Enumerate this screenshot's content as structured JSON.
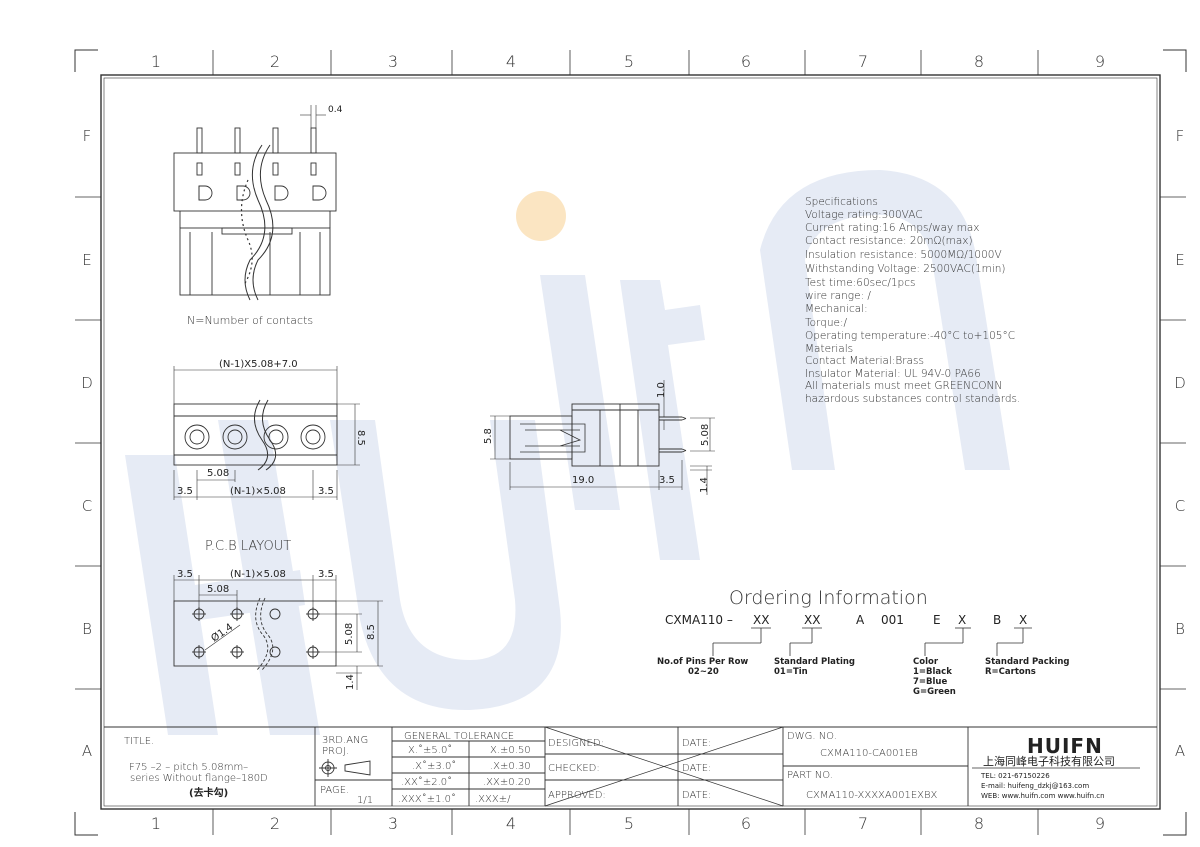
{
  "border": {
    "columns": [
      "1",
      "2",
      "3",
      "4",
      "5",
      "6",
      "7",
      "8",
      "9"
    ],
    "rows": [
      "F",
      "E",
      "D",
      "C",
      "B",
      "A"
    ]
  },
  "watermark": {
    "text": "HUIFN",
    "dot_color": "#f7d9a8",
    "letter_color": "#e3e8f3"
  },
  "top_view": {
    "dim_pin": "0.4",
    "caption": "N=Number of contacts"
  },
  "front_view": {
    "dim_total": "(N-1)X5.08+7.0",
    "dim_height": "8.5",
    "dim_pitch": "5.08",
    "dim_left": "3.5",
    "dim_mid": "(N-1)×5.08",
    "dim_right": "3.5"
  },
  "side_view": {
    "dim_pin_width": "1.0",
    "dim_height": "5.8",
    "dim_pin_pitch": "5.08",
    "dim_length": "19.0",
    "dim_tail": "3.5",
    "dim_offset": "1.4"
  },
  "pcb_layout": {
    "title": "P.C.B  LAYOUT",
    "dim_left": "3.5",
    "dim_mid": "(N-1)×5.08",
    "dim_right": "3.5",
    "dim_pitch": "5.08",
    "dim_hole": "Ø1.4",
    "dim_row_pitch": "5.08",
    "dim_height": "8.5",
    "dim_offset": "1.4"
  },
  "specifications": [
    "Specifications",
    "Voltage  rating:300VAC",
    "Current  rating:16  Amps/way  max",
    "Contact  resistance:  20mΩ(max)",
    "Insulation  resistance:  5000MΩ/1000V",
    "Withstanding  Voltage:  2500VAC(1min)",
    "Test  time:60sec/1pcs",
    "wire  range:  /",
    "Mechanical:",
    "Torque:/",
    "Operating  temperature:-40°C  to+105°C",
    "Materials",
    "Contact  Material:Brass",
    "Insulator  Material:  UL  94V-0  PA66",
    "All  materials  must  meet  GREENCONN",
    "hazardous  substances  control  standards."
  ],
  "ordering": {
    "title": "Ordering  Information",
    "prefix": "CXMA110  –",
    "xx1": "XX",
    "xx2": "XX",
    "a": "A",
    "code": "001",
    "e": "E",
    "x1": "X",
    "b": "B",
    "x2": "X",
    "label_pins": "No.of  Pins  Per  Row",
    "label_pins_range": "02~20",
    "label_plating": "Standard  Plating",
    "label_plating_val": "01=Tin",
    "label_color": "Color",
    "label_color_1": "1=Black",
    "label_color_7": "7=Blue",
    "label_color_g": "G=Green",
    "label_packing": "Standard  Packing",
    "label_packing_val": "R=Cartons"
  },
  "title_block": {
    "title_label": "TITLE.",
    "title_line1": "F75  –2  –  pitch  5.08mm–",
    "title_line2": "series  Without  flange–180D",
    "title_line3": "(去卡勾)",
    "proj_line1": "3RD.ANG",
    "proj_line2": "PROJ.",
    "page_label": "PAGE.",
    "page_value": "1/1",
    "tol_title": "GENERAL  TOLERANCE",
    "tol": [
      [
        "X.˚±5.0˚",
        "X.±0.50"
      ],
      [
        ".X˚±3.0˚",
        ".X±0.30"
      ],
      [
        ".XX˚±2.0˚",
        ".XX±0.20"
      ],
      [
        ".XXX˚±1.0˚",
        ".XXX±/"
      ]
    ],
    "designed": "DESIGNED:",
    "checked": "CHECKED:",
    "approved": "APPROVED:",
    "date": "DATE:",
    "dwg_label": "DWG.  NO.",
    "dwg_value": "CXMA110-CA001EB",
    "part_label": "PART  NO.",
    "part_value": "CXMA110-XXXXA001EXBX",
    "company_logo": "HUIFN",
    "company_name": "上海同峰电子科技有限公司",
    "company_tel": "TEL:  021-67150226",
    "company_email": "E-mail:  huifeng_dzkj@163.com",
    "company_web": "WEB:  www.huifn.com   www.huifn.cn"
  }
}
